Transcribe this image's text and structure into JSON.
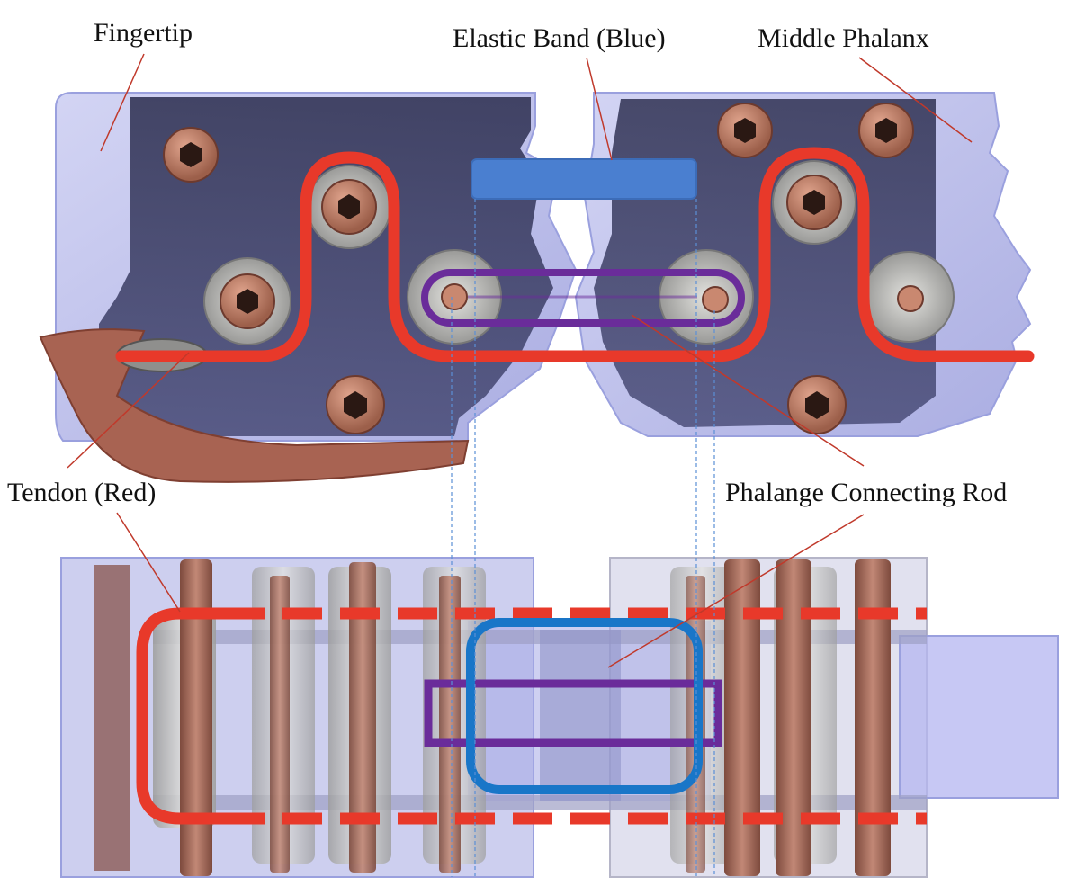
{
  "labels": {
    "fingertip": "Fingertip",
    "elastic_band": "Elastic Band (Blue)",
    "middle_phalanx": "Middle Phalanx",
    "tendon": "Tendon (Red)",
    "connecting_rod": "Phalange Connecting Rod"
  },
  "colors": {
    "tendon": "#e8392a",
    "elastic_band": "#4a7fd0",
    "elastic_outline": "#1976c8",
    "connecting_rod": "#6a2c9a",
    "housing": "#a6a9e6",
    "frame_dark": "#3b3d63",
    "screw": "#c98870",
    "fingernail": "#a85f4d",
    "leader_line": "#c0392b",
    "guide_line": "#5b8fd6"
  },
  "icons": {
    "screw": "hex-socket-screw-icon",
    "pulley": "pulley-icon"
  }
}
